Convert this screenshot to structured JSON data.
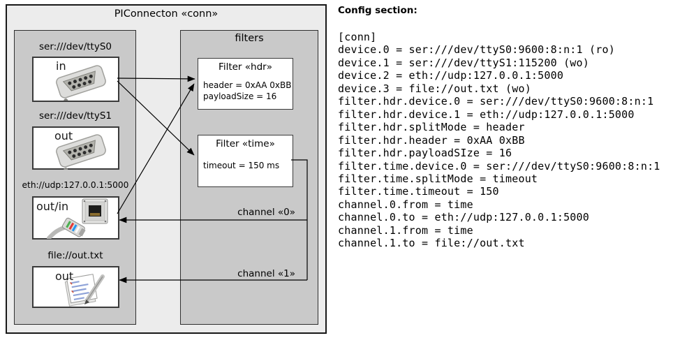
{
  "diagram": {
    "title": "PIConnecton «conn»",
    "filters_title": "filters",
    "devices": [
      {
        "label": "ser:///dev/ttyS0",
        "direction": "in",
        "icon": "serial-connector"
      },
      {
        "label": "ser:///dev/ttyS1",
        "direction": "out",
        "icon": "serial-connector"
      },
      {
        "label": "eth://udp:127.0.0.1:5000",
        "direction": "out/in",
        "icon": "ethernet-jack-and-plug"
      },
      {
        "label": "file://out.txt",
        "direction": "out",
        "icon": "notepad-pencil"
      }
    ],
    "filters": [
      {
        "title": "Filter «hdr»",
        "attributes": [
          "header = 0xAA 0xBB",
          "payloadSize = 16"
        ]
      },
      {
        "title": "Filter «time»",
        "attributes": [
          "timeout = 150 ms"
        ]
      }
    ],
    "channels": [
      {
        "label": "channel «0»"
      },
      {
        "label": "channel «1»"
      }
    ],
    "colors": {
      "diagram_bg": "#ececec",
      "panel_gray": "#c9c9c9",
      "box_white": "#ffffff",
      "line_color": "#000000"
    }
  },
  "config": {
    "heading": "Config section:",
    "lines": [
      "[conn]",
      "device.0 = ser:///dev/ttyS0:9600:8:n:1 (ro)",
      "device.1 = ser:///dev/ttyS1:115200 (wo)",
      "device.2 = eth://udp:127.0.0.1:5000",
      "device.3 = file://out.txt (wo)",
      "filter.hdr.device.0 = ser:///dev/ttyS0:9600:8:n:1",
      "filter.hdr.device.1 = eth://udp:127.0.0.1:5000",
      "filter.hdr.splitMode = header",
      "filter.hdr.header = 0xAA 0xBB",
      "filter.hdr.payloadSIze = 16",
      "filter.time.device.0 = ser:///dev/ttyS0:9600:8:n:1",
      "filter.time.splitMode = timeout",
      "filter.time.timeout = 150",
      "channel.0.from = time",
      "channel.0.to = eth://udp:127.0.0.1:5000",
      "channel.1.from = time",
      "channel.1.to = file://out.txt"
    ]
  }
}
